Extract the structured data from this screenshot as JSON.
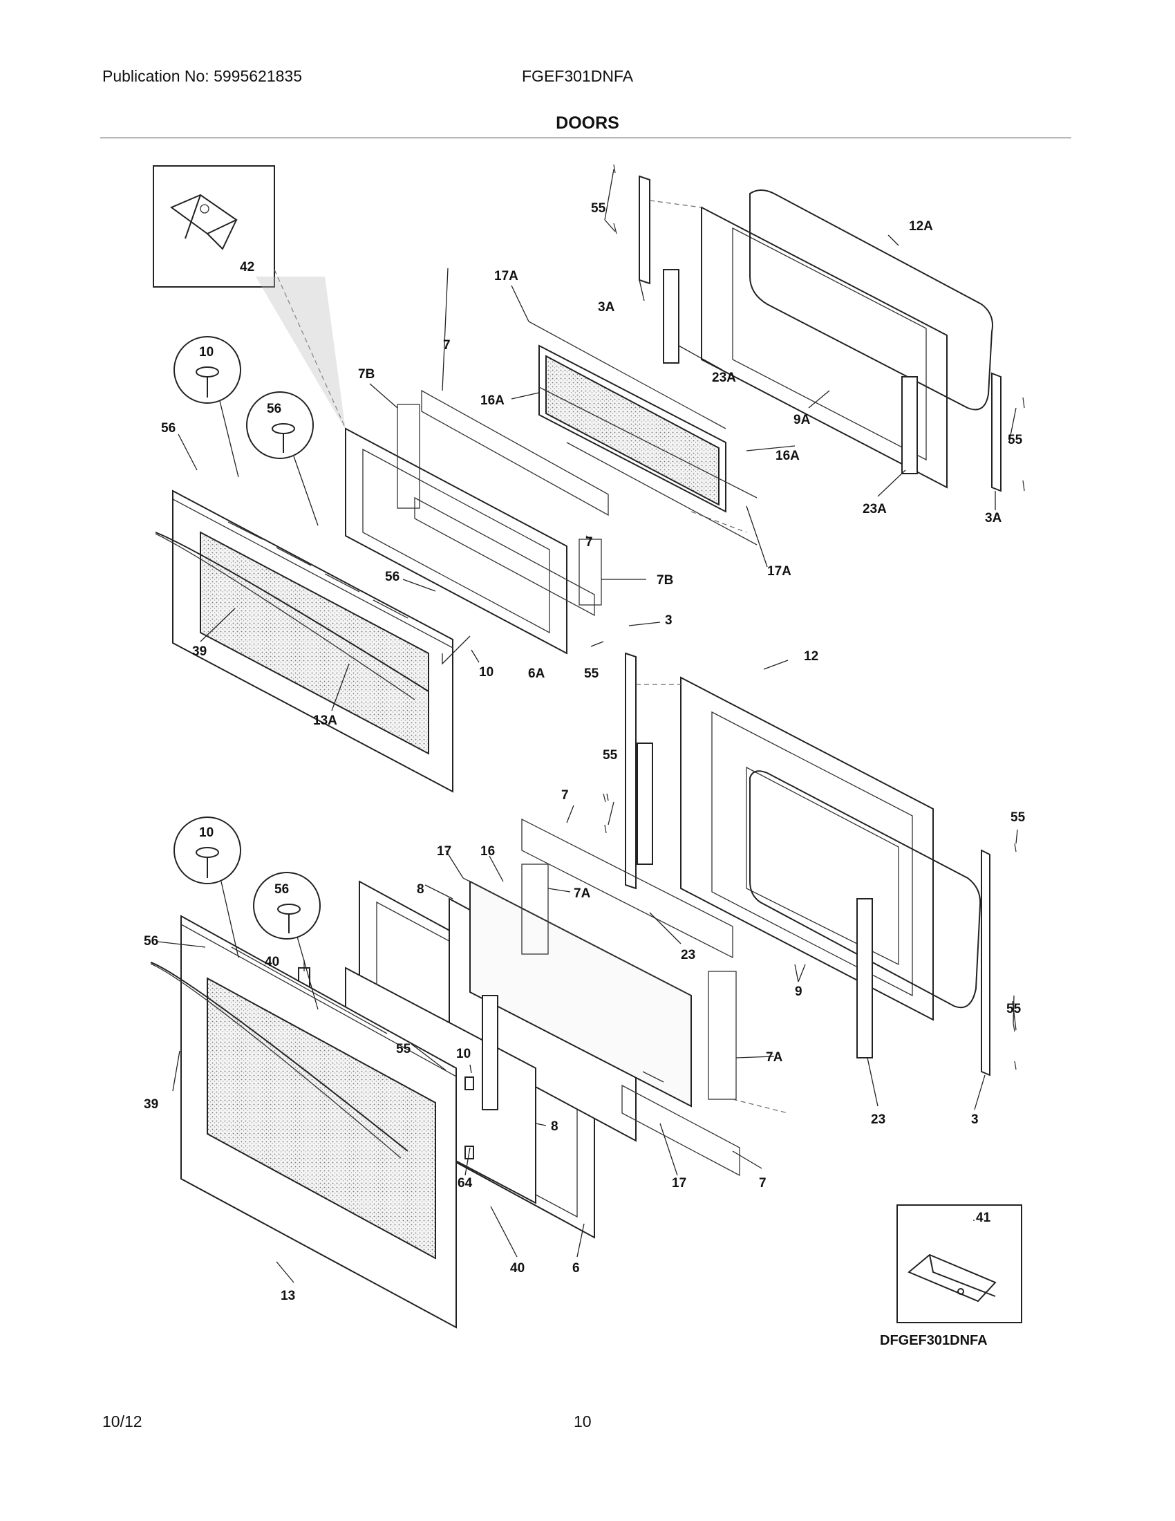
{
  "header": {
    "publication": "Publication No: 5995621835",
    "model": "FGEF301DNFA",
    "section_title": "DOORS"
  },
  "footer": {
    "date": "10/12",
    "page_number": "10"
  },
  "diagram": {
    "caption_code": "DFGEF301DNFA",
    "callouts": {
      "c42": "42",
      "c41": "41",
      "c10a": "10",
      "c56a": "56",
      "c56b": "56",
      "c39a": "39",
      "c13A": "13A",
      "c10b": "10",
      "c56c": "56",
      "c7B_1": "7B",
      "c7_1": "7",
      "c6A": "6A",
      "c7_2": "7",
      "c7B_2": "7B",
      "c55_1": "55",
      "c17A_1": "17A",
      "c16A_1": "16A",
      "c16A_2": "16A",
      "c17A_2": "17A",
      "c55_2": "55",
      "c3A_1": "3A",
      "c23A_1": "23A",
      "c12A": "12A",
      "c9A": "9A",
      "c23A_2": "23A",
      "c55_3": "55",
      "c3A_2": "3A",
      "c3_1": "3",
      "c12": "12",
      "c55_4": "55",
      "c7_3": "7",
      "c55_5": "55",
      "c10c": "10",
      "c56d": "56",
      "c56e": "56",
      "c40a": "40",
      "c39b": "39",
      "c13": "13",
      "c17_1": "17",
      "c16": "16",
      "c8_1": "8",
      "c7A_1": "7A",
      "c23_1": "23",
      "c9": "9",
      "c55_6": "55",
      "c10d": "10",
      "c8_2": "8",
      "c64": "64",
      "c40b": "40",
      "c6": "6",
      "c7A_2": "7A",
      "c7_4": "7",
      "c17_2": "17",
      "c23_2": "23",
      "c3_2": "3",
      "c55_7": "55"
    }
  }
}
